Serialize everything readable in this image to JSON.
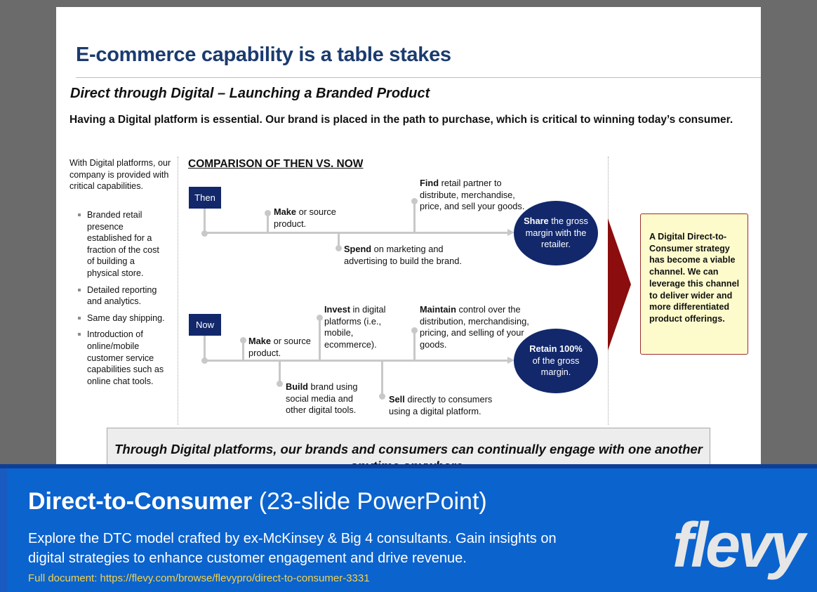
{
  "slide": {
    "title": "E-commerce capability is a table stakes",
    "subtitle": "Direct through Digital – Launching a Branded Product",
    "lead": "Having a Digital platform is essential.  Our brand is placed in the path to purchase, which is critical to winning today’s consumer."
  },
  "left_panel": {
    "intro": "With Digital platforms, our company is provided with critical capabilities.",
    "bullets": [
      "Branded retail presence established for a fraction of the cost of building a physical store.",
      "Detailed reporting and analytics.",
      "Same day shipping.",
      "Introduction of online/mobile customer service capabilities such as online chat tools."
    ]
  },
  "comparison": {
    "heading": "COMPARISON OF THEN VS. NOW",
    "then": {
      "tag": "Then",
      "steps": [
        {
          "bold": "Make",
          "rest": " or source product."
        },
        {
          "bold": "Spend",
          "rest": " on marketing and advertising to build the brand."
        },
        {
          "bold": "Find",
          "rest": " retail partner to distribute, merchandise, price, and sell your goods."
        }
      ],
      "outcome": {
        "bold": "Share",
        "rest": " the gross margin with the retailer."
      }
    },
    "now": {
      "tag": "Now",
      "steps": [
        {
          "bold": "Make",
          "rest": " or source product."
        },
        {
          "bold": "Build",
          "rest": " brand using social media and other digital tools."
        },
        {
          "bold": "Invest",
          "rest": " in digital platforms (i.e., mobile, ecommerce)."
        },
        {
          "bold": "Sell",
          "rest": " directly to consumers using a digital platform."
        },
        {
          "bold": "Maintain",
          "rest": " control over the distribution, merchandising, pricing, and selling of your goods."
        }
      ],
      "outcome": {
        "bold": "Retain 100%",
        "rest": "of the gross margin."
      }
    }
  },
  "callout": "A Digital Direct-to-Consumer strategy has become a viable channel.  We can leverage this channel to deliver wider and more differentiated product offerings.",
  "banner": "Through Digital platforms, our brands and consumers can continually engage with one another anytime anywhere.",
  "footer": {
    "title_bold": "Direct-to-Consumer",
    "title_rest": " (23-slide PowerPoint)",
    "description": "Explore the DTC model crafted by ex-McKinsey & Big 4 consultants. Gain insights on digital strategies to enhance customer engagement and drive revenue.",
    "link": "Full document: https://flevy.com/browse/flevypro/direct-to-consumer-3331",
    "logo": "flevy"
  },
  "colors": {
    "title_navy": "#1b3b6f",
    "navy": "#12286b",
    "arrow_red": "#8b0d0d",
    "callout_bg": "#fdfbcc",
    "footer_blue": "#0b63ce",
    "link_yellow": "#f4d24a"
  }
}
